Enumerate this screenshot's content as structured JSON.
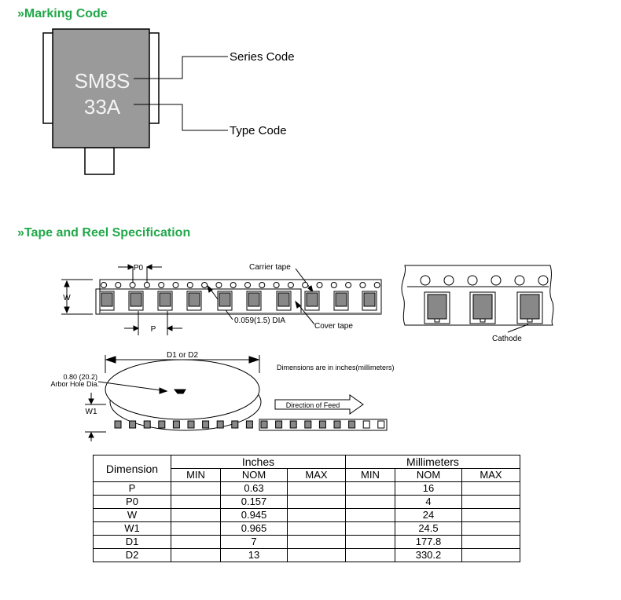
{
  "sections": {
    "marking": "»Marking Code",
    "tape": "»Tape and Reel Specification"
  },
  "marking": {
    "line1": "SM8S",
    "line2": "33A",
    "series_label": "Series Code",
    "type_label": "Type Code"
  },
  "tape": {
    "p0": "P0",
    "p": "P",
    "w": "W",
    "carrier": "Carrier tape",
    "hole": "0.059(1.5) DIA",
    "cover": "Cover tape",
    "cathode": "Cathode",
    "d1d2": "D1 or D2",
    "arbor1": "0.80 (20.2)",
    "arbor2": "Arbor Hole Dia.",
    "w1": "W1",
    "units_note": "Dimensions are in inches(millimeters)",
    "feed": "Direction of Feed"
  },
  "table": {
    "dimension": "Dimension",
    "inches": "Inches",
    "millimeters": "Millimeters",
    "min": "MIN",
    "nom": "NOM",
    "max": "MAX",
    "rows": [
      {
        "dim": "P",
        "in_nom": "0.63",
        "mm_nom": "16"
      },
      {
        "dim": "P0",
        "in_nom": "0.157",
        "mm_nom": "4"
      },
      {
        "dim": "W",
        "in_nom": "0.945",
        "mm_nom": "24"
      },
      {
        "dim": "W1",
        "in_nom": "0.965",
        "mm_nom": "24.5"
      },
      {
        "dim": "D1",
        "in_nom": "7",
        "mm_nom": "177.8"
      },
      {
        "dim": "D2",
        "in_nom": "13",
        "mm_nom": "330.2"
      }
    ]
  }
}
